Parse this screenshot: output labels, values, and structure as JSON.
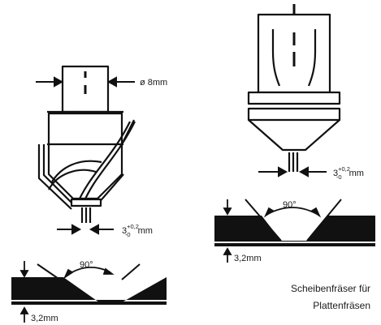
{
  "left_tool": {
    "shank_diameter": "ø 8mm",
    "tip_width": {
      "main": "3",
      "sup": "+0,2",
      "sub": "-0",
      "unit": "mm"
    },
    "angle": "90°",
    "depth": "3,2mm"
  },
  "right_tool": {
    "tip_width": {
      "main": "3",
      "sup": "+0,2",
      "sub": "-0",
      "unit": "mm"
    },
    "angle": "90°",
    "depth": "3,2mm"
  },
  "caption": [
    "Scheibenfräser für",
    "Plattenfräsen"
  ],
  "colors": {
    "ink": "#111111",
    "fill": "#ffffff"
  }
}
